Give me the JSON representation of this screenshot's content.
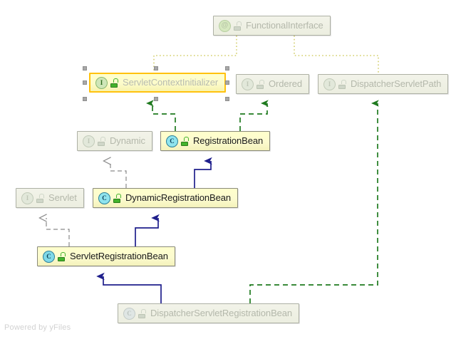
{
  "diagram": {
    "title": "UML class hierarchy",
    "watermark": "Powered by yFiles",
    "colors": {
      "selection_border": "#ffc20e",
      "realize_edge": "#1f7a1f",
      "extend_edge": "#1f1f8c",
      "annotation_edge": "#c9c44a",
      "dim_edge": "#8a8a8a",
      "node_active_fill": "#ffffcc",
      "node_dim_fill": "#eef0e3"
    },
    "nodes": [
      {
        "id": "functionalinterface",
        "label": "FunctionalInterface",
        "stereotype": "annotation",
        "icon": "annotation-at-icon",
        "lock_icon": "package-lock-icon",
        "state": "dim",
        "selected": false
      },
      {
        "id": "servletcontextinitializer",
        "label": "ServletContextInitializer",
        "stereotype": "interface",
        "icon": "interface-i-icon",
        "lock_icon": "package-lock-icon",
        "state": "active",
        "selected": true
      },
      {
        "id": "ordered",
        "label": "Ordered",
        "stereotype": "interface",
        "icon": "interface-i-icon",
        "lock_icon": "package-lock-icon",
        "state": "dim",
        "selected": false
      },
      {
        "id": "dispatcherservletpath",
        "label": "DispatcherServletPath",
        "stereotype": "interface",
        "icon": "interface-i-icon",
        "lock_icon": "package-lock-icon",
        "state": "dim",
        "selected": false
      },
      {
        "id": "dynamic",
        "label": "Dynamic",
        "stereotype": "interface",
        "icon": "interface-i-icon",
        "lock_icon": "package-lock-icon",
        "state": "dim",
        "selected": false
      },
      {
        "id": "registrationbean",
        "label": "RegistrationBean",
        "stereotype": "class",
        "icon": "class-c-icon",
        "lock_icon": "package-lock-icon",
        "state": "active",
        "selected": false
      },
      {
        "id": "servlet",
        "label": "Servlet",
        "stereotype": "interface",
        "icon": "interface-i-icon",
        "lock_icon": "package-lock-icon",
        "state": "dim",
        "selected": false
      },
      {
        "id": "dynamicregistrationbean",
        "label": "DynamicRegistrationBean",
        "stereotype": "class",
        "icon": "class-c-icon",
        "lock_icon": "package-lock-icon",
        "state": "active",
        "selected": false
      },
      {
        "id": "servletregistrationbean",
        "label": "ServletRegistrationBean",
        "stereotype": "class",
        "icon": "class-c-icon",
        "lock_icon": "package-lock-icon",
        "state": "active",
        "selected": false
      },
      {
        "id": "dispatcherservletregistrationbean",
        "label": "DispatcherServletRegistrationBean",
        "stereotype": "class",
        "icon": "class-c-icon",
        "lock_icon": "package-lock-icon",
        "state": "dim",
        "selected": false
      }
    ],
    "edges": [
      {
        "from": "functionalinterface",
        "to": "servletcontextinitializer",
        "type": "annotation",
        "style": "dotted"
      },
      {
        "from": "functionalinterface",
        "to": "dispatcherservletpath",
        "type": "annotation",
        "style": "dotted"
      },
      {
        "from": "registrationbean",
        "to": "servletcontextinitializer",
        "type": "realization",
        "style": "dashed"
      },
      {
        "from": "registrationbean",
        "to": "ordered",
        "type": "realization",
        "style": "dashed"
      },
      {
        "from": "dispatcherservletregistrationbean",
        "to": "dispatcherservletpath",
        "type": "realization",
        "style": "dashed"
      },
      {
        "from": "dynamicregistrationbean",
        "to": "registrationbean",
        "type": "generalization",
        "style": "solid"
      },
      {
        "from": "servletregistrationbean",
        "to": "dynamicregistrationbean",
        "type": "generalization",
        "style": "solid"
      },
      {
        "from": "dispatcherservletregistrationbean",
        "to": "servletregistrationbean",
        "type": "generalization",
        "style": "solid"
      },
      {
        "from": "dynamicregistrationbean",
        "to": "dynamic",
        "type": "realization",
        "style": "dashed-dim"
      },
      {
        "from": "servletregistrationbean",
        "to": "servlet",
        "type": "realization",
        "style": "dashed-dim"
      }
    ]
  }
}
